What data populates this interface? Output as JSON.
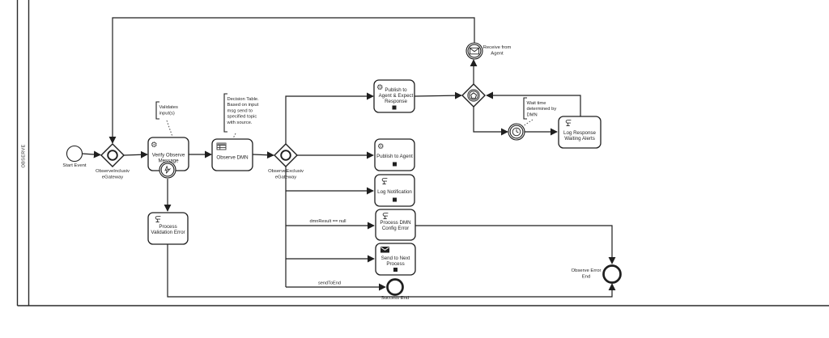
{
  "pool": {
    "label": "OBSERVE"
  },
  "icons": {
    "gear": "⚙"
  },
  "events": {
    "start": {
      "label": "Start Event"
    },
    "receive_from_agent": {
      "line1": "Receive from",
      "line2": "Agent"
    },
    "success_end": {
      "label": "Success End"
    },
    "observe_error_end": {
      "line1": "Observe Error",
      "line2": "End"
    }
  },
  "gateways": {
    "observe_inclusive": {
      "line1": "ObserveInclusiv",
      "line2": "eGateway"
    },
    "observe_exclusive": {
      "line1": "ObserveExclusiv",
      "line2": "eGateway"
    }
  },
  "tasks": {
    "verify_observe_message": {
      "line1": "Verify Observe",
      "line2": "Message"
    },
    "observe_dmn": {
      "label": "Observe DMN"
    },
    "publish_to_agent_expect_response": {
      "line1": "Publish to",
      "line2": "Agent & Expect",
      "line3": "Response"
    },
    "publish_to_agent": {
      "label": "Publish to Agent"
    },
    "log_notification": {
      "label": "Log Notification"
    },
    "process_dmn_config_error": {
      "line1": "Process DMN",
      "line2": "Config Error"
    },
    "send_to_next_process": {
      "line1": "Send to Next",
      "line2": "Process"
    },
    "process_validation_error": {
      "line1": "Process",
      "line2": "Validation Error"
    },
    "log_response_waiting_alerts": {
      "line1": "Log Response",
      "line2": "Waiting Alerts"
    }
  },
  "annotations": {
    "validates_inputs": {
      "line1": "Validates",
      "line2": "input(s)"
    },
    "decision_table": {
      "line1": "Decision Table.",
      "line2": "Based on input",
      "line3": "msg send to",
      "line4": "specified topic",
      "line5": "with source."
    },
    "wait_time": {
      "line1": "Wait time",
      "line2": "determined by",
      "line3": "DMN"
    }
  },
  "flow_labels": {
    "dmn_result_null": "dmnResult == null",
    "send_to_end": "sendToEnd"
  },
  "colors": {
    "line": "#1f1f1f",
    "background": "#ffffff"
  }
}
